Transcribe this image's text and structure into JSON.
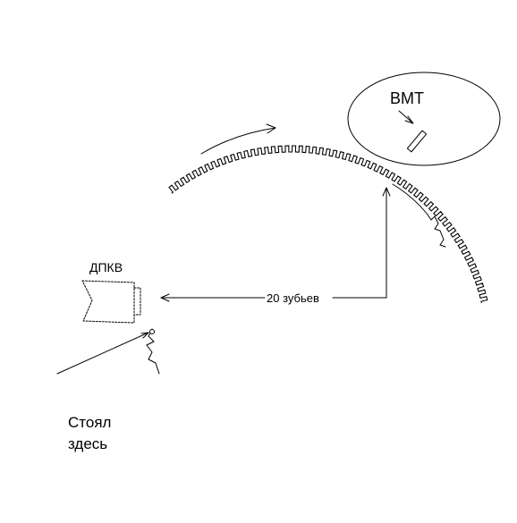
{
  "labels": {
    "bmt": "ВМТ",
    "dpkv": "ДПКВ",
    "teeth_count": "20 зубьев",
    "stood_line1": "Стоял",
    "stood_line2": "здесь"
  }
}
